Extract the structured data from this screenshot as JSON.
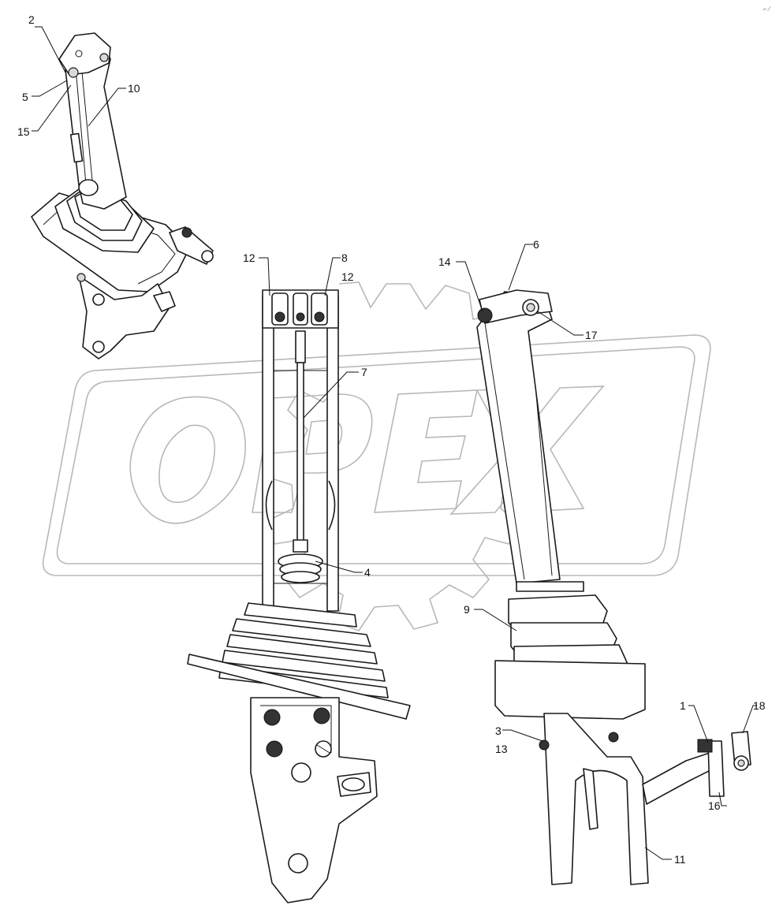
{
  "corner_mark": "⌐ ⁄",
  "watermark": {
    "text": "OPEX"
  },
  "callouts": [
    {
      "id": "1",
      "label": "1"
    },
    {
      "id": "2",
      "label": "2"
    },
    {
      "id": "3",
      "label": "3"
    },
    {
      "id": "4",
      "label": "4"
    },
    {
      "id": "5",
      "label": "5"
    },
    {
      "id": "6",
      "label": "6"
    },
    {
      "id": "7",
      "label": "7"
    },
    {
      "id": "8",
      "label": "8"
    },
    {
      "id": "9",
      "label": "9"
    },
    {
      "id": "10",
      "label": "10"
    },
    {
      "id": "11",
      "label": "11"
    },
    {
      "id": "12a",
      "label": "12"
    },
    {
      "id": "12b",
      "label": "12"
    },
    {
      "id": "13",
      "label": "13"
    },
    {
      "id": "14",
      "label": "14"
    },
    {
      "id": "15",
      "label": "15"
    },
    {
      "id": "16",
      "label": "16"
    },
    {
      "id": "17",
      "label": "17"
    },
    {
      "id": "18",
      "label": "18"
    }
  ]
}
